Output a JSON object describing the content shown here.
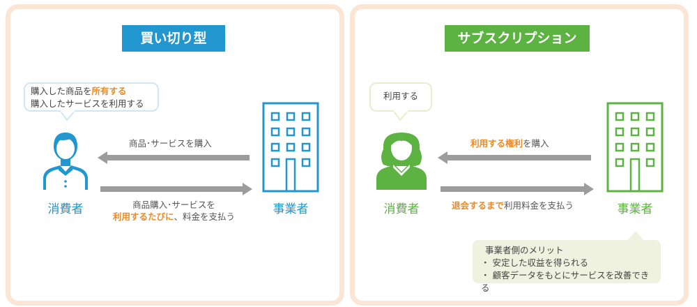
{
  "colors": {
    "blue": "#2196cf",
    "green": "#5cb342",
    "orange": "#ec8a23",
    "arrow_gray": "#9c9c9c",
    "panel_border": "#fbe6d6",
    "bubble_blue": "#cfe6f4",
    "bubble_green": "#e6efcc"
  },
  "left": {
    "title": "買い切り型",
    "bubble": {
      "line1_pre": "購入した商品を",
      "line1_em": "所有する",
      "line2": "購入したサービスを利用する"
    },
    "consumer_label": "消費者",
    "business_label": "事業者",
    "arrow_top_label": "商品･サービスを購入",
    "arrow_bottom_line1": "商品購入･サービスを",
    "arrow_bottom_line2_em": "利用するたびに",
    "arrow_bottom_line2_post": "、料金を支払う",
    "icons": {
      "consumer": "male-person-icon",
      "business": "office-building-icon"
    }
  },
  "right": {
    "title": "サブスクリプション型",
    "bubble": {
      "text": "利用する"
    },
    "consumer_label": "消費者",
    "business_label": "事業者",
    "arrow_top_em": "利用する権利",
    "arrow_top_post": "を購入",
    "arrow_bottom_em": "退会するまで",
    "arrow_bottom_post": "利用料金を支払う",
    "merit": {
      "heading": "事業者側のメリット",
      "items": [
        "・ 安定した収益を得られる",
        "・ 顧客データをもとにサービスを改善できる"
      ]
    },
    "icons": {
      "consumer": "female-person-icon",
      "business": "office-building-icon"
    }
  }
}
